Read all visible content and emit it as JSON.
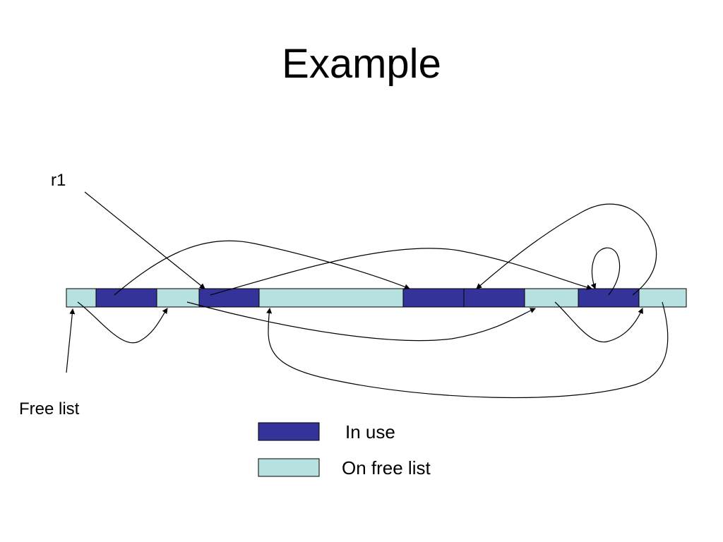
{
  "title": "Example",
  "labels": {
    "r1": "r1",
    "free_list": "Free list"
  },
  "legend": {
    "in_use": "In use",
    "on_free_list": "On free list"
  },
  "colors": {
    "in_use": "#333399",
    "on_free_list": "#b7e0e0",
    "stroke": "#000000"
  },
  "memory_blocks": [
    {
      "status": "on_free_list"
    },
    {
      "status": "in_use"
    },
    {
      "status": "on_free_list"
    },
    {
      "status": "in_use"
    },
    {
      "status": "on_free_list"
    },
    {
      "status": "in_use"
    },
    {
      "status": "in_use"
    },
    {
      "status": "on_free_list"
    },
    {
      "status": "in_use"
    },
    {
      "status": "on_free_list"
    }
  ]
}
